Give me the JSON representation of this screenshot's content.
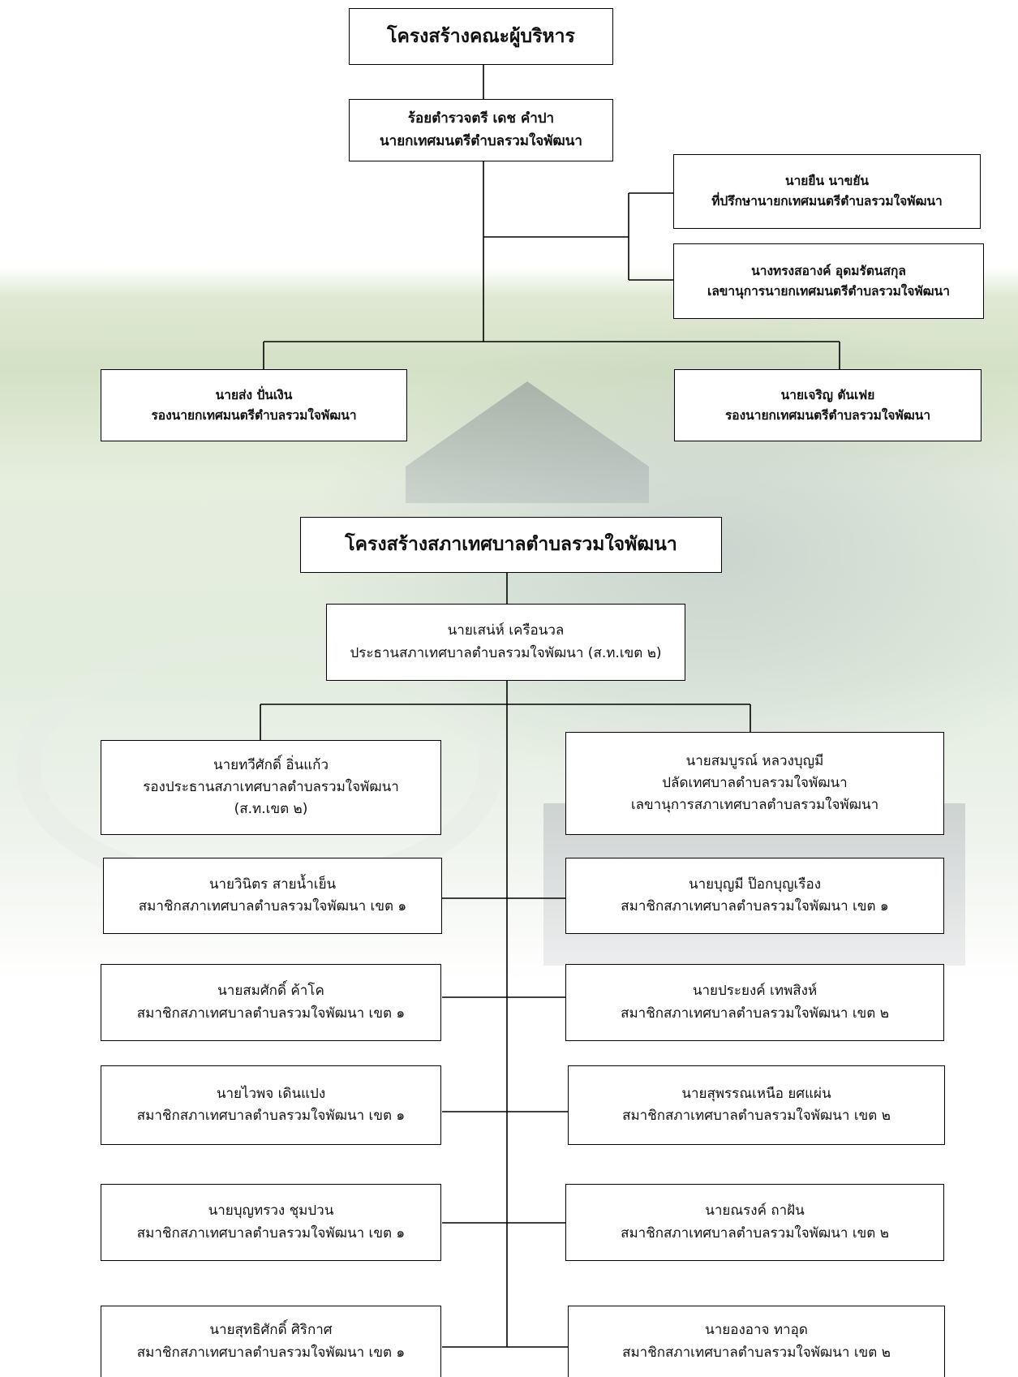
{
  "executive": {
    "title": "โครงสร้างคณะผู้บริหาร",
    "mayor": {
      "name": "ร้อยตำรวจตรี เดช คำปา",
      "position": "นายกเทศมนตรีตำบลรวมใจพัฒนา"
    },
    "advisor": {
      "name": "นายยืน นาขยัน",
      "position": "ที่ปรึกษานายกเทศมนตรีตำบลรวมใจพัฒนา"
    },
    "secretary": {
      "name": "นางทรงสอางค์ อุดมรัตนสกุล",
      "position": "เลขานุการนายกเทศมนตรีตำบลรวมใจพัฒนา"
    },
    "deputy_left": {
      "name": "นายส่ง ปั่นเงิน",
      "position": "รองนายกเทศมนตรีตำบลรวมใจพัฒนา"
    },
    "deputy_right": {
      "name": "นายเจริญ ตันเฟย",
      "position": "รองนายกเทศมนตรีตำบลรวมใจพัฒนา"
    }
  },
  "council": {
    "title": "โครงสร้างสภาเทศบาลตำบลรวมใจพัฒนา",
    "chairman": {
      "name": "นายเสน่ห์ เครือนวล",
      "position": "ประธานสภาเทศบาลตำบลรวมใจพัฒนา (ส.ท.เขต ๒)"
    },
    "vice_chairman": {
      "name": "นายทวีศักดิ์ อิ่นแก้ว",
      "position": "รองประธานสภาเทศบาลตำบลรวมใจพัฒนา",
      "extra": "(ส.ท.เขต ๒)"
    },
    "clerk": {
      "name": "นายสมบูรณ์ หลวงบุญมี",
      "position": "ปลัดเทศบาลตำบลรวมใจพัฒนา",
      "extra": "เลขานุการสภาเทศบาลตำบลรวมใจพัฒนา"
    },
    "members_left": [
      {
        "name": "นายวินิตร สายน้ำเย็น",
        "position": "สมาชิกสภาเทศบาลตำบลรวมใจพัฒนา เขต ๑"
      },
      {
        "name": "นายสมศักดิ์ ค้าโค",
        "position": "สมาชิกสภาเทศบาลตำบลรวมใจพัฒนา เขต ๑"
      },
      {
        "name": "นายไวพจ เดินแปง",
        "position": "สมาชิกสภาเทศบาลตำบลรวมใจพัฒนา เขต ๑"
      },
      {
        "name": "นายบุญทรวง ชุมปวน",
        "position": "สมาชิกสภาเทศบาลตำบลรวมใจพัฒนา เขต ๑"
      },
      {
        "name": "นายสุทธิศักดิ์ ศิริกาศ",
        "position": "สมาชิกสภาเทศบาลตำบลรวมใจพัฒนา เขต ๑"
      }
    ],
    "members_right": [
      {
        "name": "นายบุญมี ป๊อกบุญเรือง",
        "position": "สมาชิกสภาเทศบาลตำบลรวมใจพัฒนา เขต ๑"
      },
      {
        "name": "นายประยงค์ เทพสิงห์",
        "position": "สมาชิกสภาเทศบาลตำบลรวมใจพัฒนา เขต ๒"
      },
      {
        "name": "นายสุพรรณเหนือ ยศแผ่น",
        "position": "สมาชิกสภาเทศบาลตำบลรวมใจพัฒนา เขต ๒"
      },
      {
        "name": "นายณรงค์ ถาฝัน",
        "position": "สมาชิกสภาเทศบาลตำบลรวมใจพัฒนา เขต ๒"
      },
      {
        "name": "นายองอาจ ทาอุด",
        "position": "สมาชิกสภาเทศบาลตำบลรวมใจพัฒนา เขต ๒"
      }
    ]
  }
}
